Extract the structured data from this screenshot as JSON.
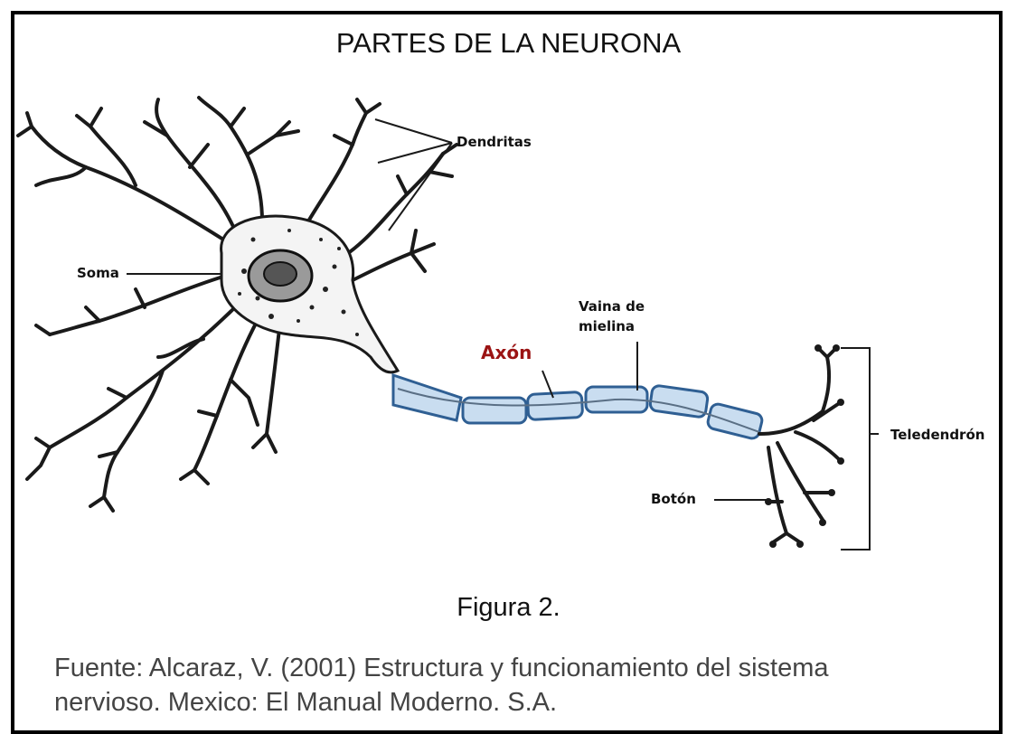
{
  "title": "PARTES DE LA NEURONA",
  "labels": {
    "dendritas": "Dendritas",
    "soma": "Soma",
    "vaina_line1": "Vaina de",
    "vaina_line2": "mielina",
    "axon": "Axón",
    "telodendron": "Teledendrón",
    "boton": "Botón"
  },
  "caption": "Figura 2.",
  "source_line1": "Fuente: Alcaraz, V. (2001) Estructura y funcionamiento del sistema",
  "source_line2": "nervioso. Mexico: El Manual Moderno. S.A.",
  "colors": {
    "myelin_fill": "#c9ddf0",
    "myelin_stroke": "#2f5f93",
    "axon_label": "#9b1414"
  }
}
